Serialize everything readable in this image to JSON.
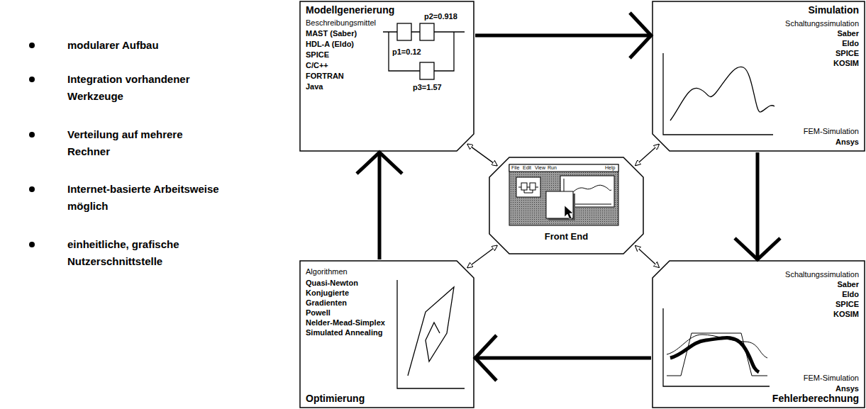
{
  "diagram": {
    "nodes": [
      {
        "text": [
          "Modellgenerierung",
          "Beschreibungsmittel",
          "MAST (Saber)",
          "HDL-A (Eldo)",
          "SPICE",
          "C/C++",
          "FORTRAN",
          "Java"
        ]
      },
      {
        "text": [
          "Simulation",
          "Schaltungssimulation",
          "Saber",
          "Eldo",
          "SPICE",
          "KOSIM",
          "FEM-Simulation",
          "Ansys"
        ]
      },
      {
        "text": [
          "Front End"
        ]
      },
      {
        "text": [
          "Algorithmen",
          "Quasi-Newton",
          "Konjugierte Gradienten",
          "Powell",
          "Nelder-Mead-Simplex",
          "Simulated Annealing",
          "Optimierung"
        ]
      },
      {
        "text": [
          "Schaltungssimulation",
          "Saber",
          "Eldo",
          "SPICE",
          "KOSIM",
          "FEM-Simulation",
          "Ansys",
          "Fehlerberechnung"
        ]
      }
    ],
    "edges": [
      {
        "from": 0,
        "to": 1,
        "arrow": "to"
      },
      {
        "from": 1,
        "to": 4,
        "arrow": "to"
      },
      {
        "from": 4,
        "to": 3,
        "arrow": "to"
      },
      {
        "from": 3,
        "to": 0,
        "arrow": "to"
      },
      {
        "from": 2,
        "to": 0,
        "arrow": "both"
      },
      {
        "from": 2,
        "to": 1,
        "arrow": "both"
      },
      {
        "from": 2,
        "to": 3,
        "arrow": "both"
      },
      {
        "from": 2,
        "to": 4,
        "arrow": "both"
      }
    ],
    "labels": [
      "modularer Aufbau",
      "Integration vorhandener Werkzeuge",
      "Verteilung auf mehrere Rechner",
      "Internet-basierte Arbeitsweise möglich",
      "einheitliche, grafische Nutzerschnittstelle",
      "p2=0.918",
      "p1=0.12",
      "p3=1.57",
      "File",
      "Edit",
      "View",
      "Run",
      "Help"
    ]
  }
}
